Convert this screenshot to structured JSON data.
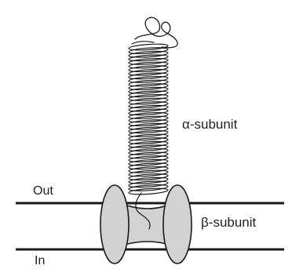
{
  "labels": {
    "alpha_subunit": "α-subunit",
    "beta_subunit": "β-subunit",
    "out": "Out",
    "in": "In"
  },
  "colors": {
    "line": "#1a1a1a",
    "subunit_fill": "#d2d2d2",
    "background": "#ffffff"
  }
}
